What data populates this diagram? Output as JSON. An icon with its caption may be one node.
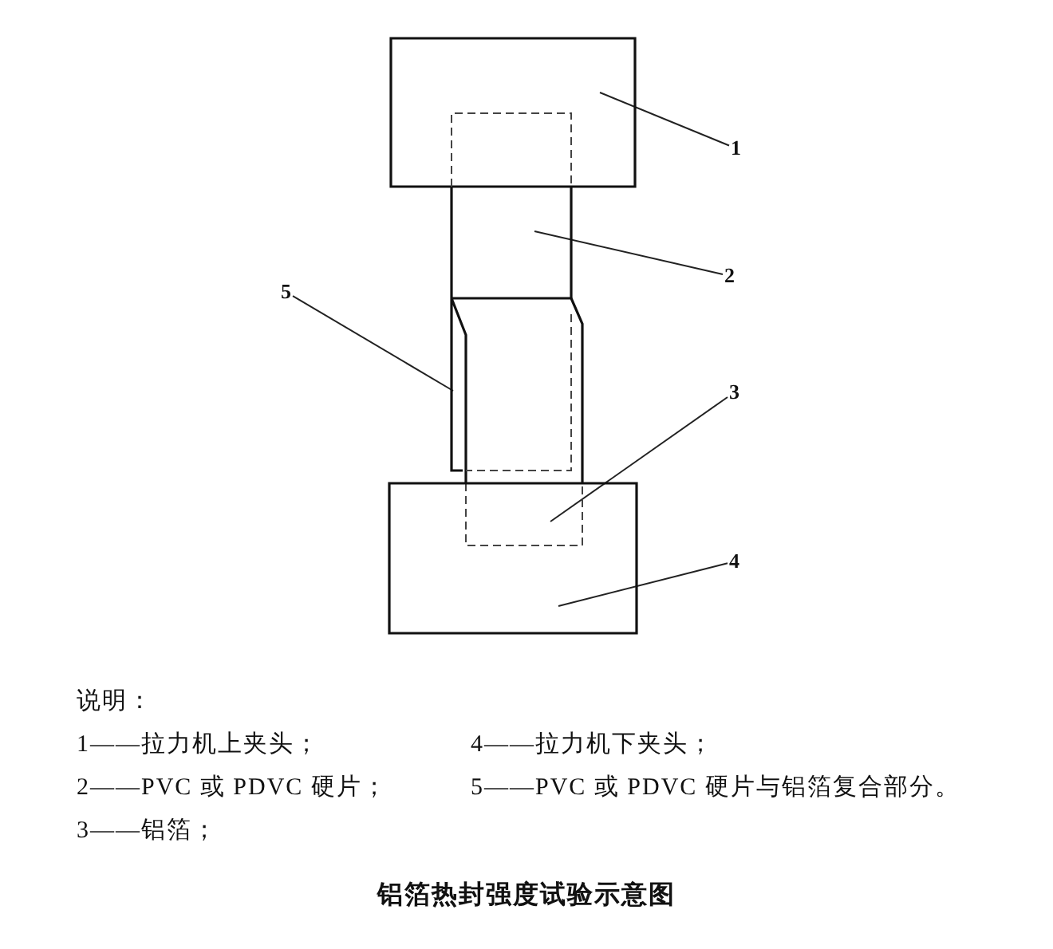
{
  "diagram": {
    "caption": "铝箔热封强度试验示意图",
    "nodes": [
      {
        "text": [],
        "shape": "box"
      },
      {
        "text": [
          "1"
        ]
      },
      {
        "text": [],
        "shape": "box"
      },
      {
        "text": [
          "2"
        ]
      },
      {
        "text": [
          "5"
        ]
      },
      {
        "text": [],
        "shape": "box"
      },
      {
        "text": [
          "3"
        ]
      },
      {
        "text": [],
        "shape": "box"
      },
      {
        "text": [
          "4"
        ]
      },
      {
        "text": [],
        "shape": "box"
      }
    ],
    "edges": [
      {
        "from": 1,
        "to": 0,
        "arrow": "none"
      },
      {
        "from": 3,
        "to": 2,
        "arrow": "none"
      },
      {
        "from": 4,
        "to": 5,
        "arrow": "none"
      },
      {
        "from": 6,
        "to": 7,
        "arrow": "none"
      },
      {
        "from": 8,
        "to": 9,
        "arrow": "none"
      }
    ],
    "labels": [
      "说明：",
      "1——拉力机上夹头；",
      "4——拉力机下夹头；",
      "2——PVC 或 PDVC 硬片；",
      "5——PVC 或 PDVC 硬片与铝箔复合部分。",
      "3——铝箔；"
    ]
  }
}
